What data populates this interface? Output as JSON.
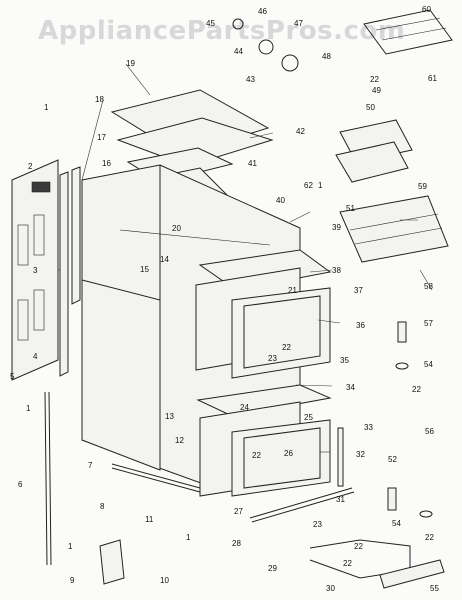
{
  "watermark": "AppliancePartsPros.com",
  "labels": {
    "l1a": "1",
    "l1b": "1",
    "l1c": "1",
    "l1d": "1",
    "l1e": "1",
    "l2": "2",
    "l3": "3",
    "l4": "4",
    "l5": "5",
    "l6": "6",
    "l7": "7",
    "l8": "8",
    "l9": "9",
    "l10": "10",
    "l11": "11",
    "l12": "12",
    "l13": "13",
    "l14": "14",
    "l15": "15",
    "l16": "16",
    "l17": "17",
    "l18": "18",
    "l19": "19",
    "l20": "20",
    "l21": "21",
    "l22a": "22",
    "l22b": "22",
    "l22c": "22",
    "l22d": "22",
    "l22e": "22",
    "l22f": "22",
    "l22g": "22",
    "l23a": "23",
    "l23b": "23",
    "l24": "24",
    "l25": "25",
    "l26": "26",
    "l27": "27",
    "l28": "28",
    "l29": "29",
    "l30": "30",
    "l31": "31",
    "l32": "32",
    "l33": "33",
    "l34": "34",
    "l35": "35",
    "l36": "36",
    "l37": "37",
    "l38": "38",
    "l39": "39",
    "l40": "40",
    "l41": "41",
    "l42": "42",
    "l43": "43",
    "l44": "44",
    "l45": "45",
    "l46": "46",
    "l47": "47",
    "l48": "48",
    "l49": "49",
    "l50": "50",
    "l51": "51",
    "l52": "52",
    "l54a": "54",
    "l54b": "54",
    "l55": "55",
    "l56": "56",
    "l57": "57",
    "l58": "58",
    "l59": "59",
    "l60": "60",
    "l61": "61",
    "l62": "62"
  }
}
